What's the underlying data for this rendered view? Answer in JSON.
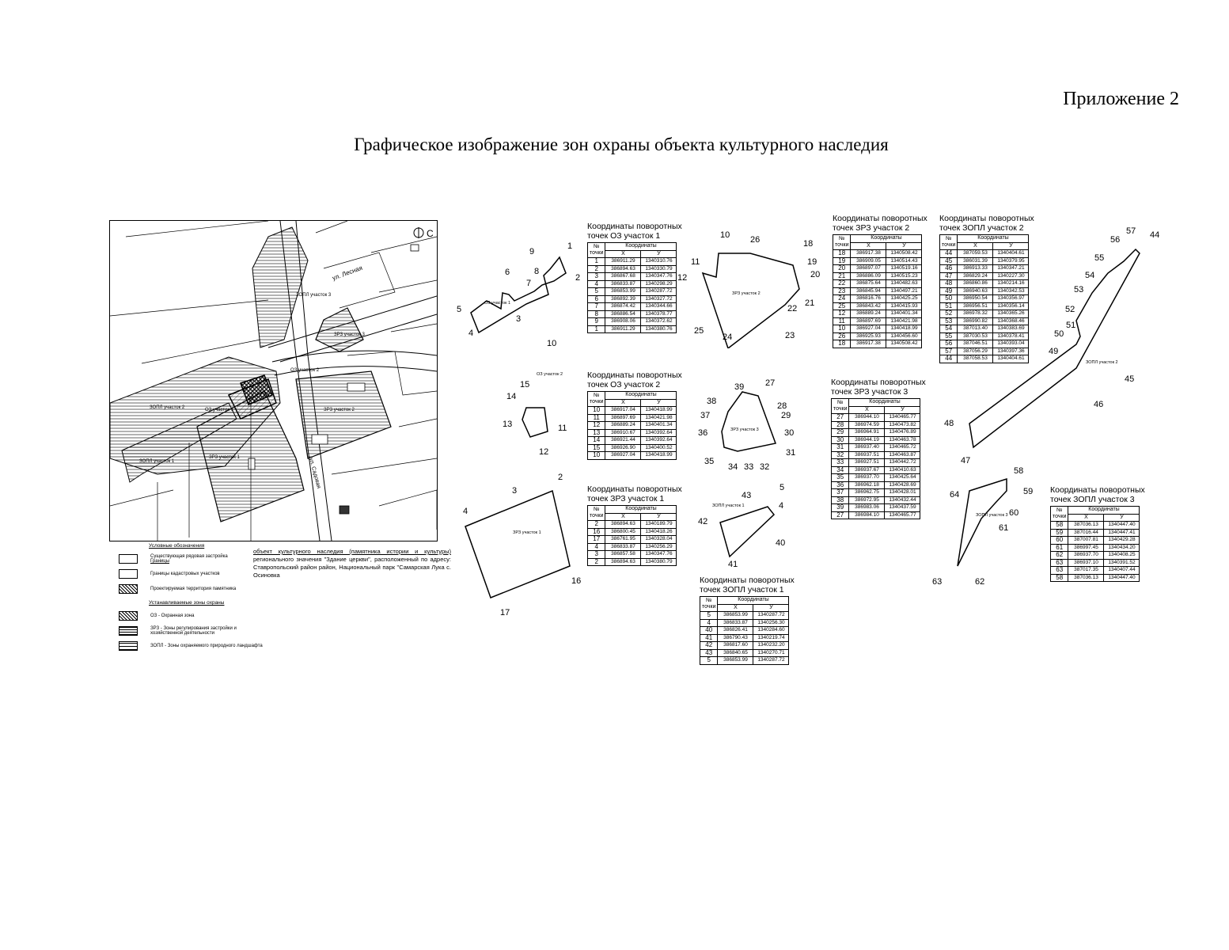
{
  "appendix": "Приложение 2",
  "title": "Графическое изображение зон охраны объекта культурного наследия",
  "map": {
    "street_top": "ул. Лесная",
    "street_side": "ул. Садовая",
    "north_label": "С",
    "zones": {
      "zopl2": "ЗОПЛ участок 2",
      "zopl3": "ЗОПЛ участок 3",
      "zopl1": "ЗОПЛ участок 1",
      "zrz3": "ЗРЗ участок 3",
      "oz2": "ОЗ участок 2",
      "oz1": "ОЗ участок 1",
      "zrz2": "ЗРЗ участок 2",
      "zrz1": "ЗРЗ участок 1"
    }
  },
  "object_note": {
    "line1": "объект культурного наследия (памятника истории и культуры)",
    "line2": "регионального значения \"Здание церкви\", расположенный по адресу: Ставропольский район район, Национальный парк \"Самарская Лука с. Осиновка"
  },
  "legend": {
    "title": "Условные обозначения",
    "items": [
      {
        "label": "Существующая рядовая застройка",
        "sub": "Границы"
      },
      {
        "label": "Границы кадастровых участков"
      },
      {
        "label": "Проектируемая территория памятника"
      }
    ],
    "zones_title": "Устанавливаемые зоны охраны",
    "zone_items": [
      {
        "label": "ОЗ - Охранная зона"
      },
      {
        "label": "ЗРЗ - Зоны регулирования застройки и хозяйственной деятельности"
      },
      {
        "label": "ЗОПЛ - Зоны охраняемого природного ландшафта"
      }
    ]
  },
  "table_headers": {
    "num": "№ точки",
    "coords": "Координаты",
    "x": "X",
    "y": "У"
  },
  "tables": [
    {
      "id": "oz1",
      "caption1": "Координаты поворотных",
      "caption2": "точек ОЗ участок 1",
      "rows": [
        [
          "1",
          "386911.29",
          "1340310.76"
        ],
        [
          "2",
          "386894.63",
          "1340330.79"
        ],
        [
          "3",
          "386867.68",
          "1340347.76"
        ],
        [
          "4",
          "386833.87",
          "1340298.29"
        ],
        [
          "5",
          "386853.99",
          "1340287.72"
        ],
        [
          "6",
          "386892.39",
          "1340327.72"
        ],
        [
          "7",
          "386874.42",
          "1340344.66"
        ],
        [
          "8",
          "386886.54",
          "1340378.77"
        ],
        [
          "9",
          "386908.06",
          "1340372.62"
        ],
        [
          "1",
          "386911.29",
          "1340380.76"
        ]
      ]
    },
    {
      "id": "oz2",
      "caption1": "Координаты поворотных",
      "caption2": "точек ОЗ участок 2",
      "rows": [
        [
          "10",
          "386917.04",
          "1340418.99"
        ],
        [
          "11",
          "386897.69",
          "1340421.98"
        ],
        [
          "12",
          "386889.24",
          "1340401.34"
        ],
        [
          "13",
          "386910.67",
          "1340392.64"
        ],
        [
          "14",
          "386921.44",
          "1340392.64"
        ],
        [
          "15",
          "386926.90",
          "1340400.52"
        ],
        [
          "10",
          "386927.04",
          "1340418.99"
        ]
      ]
    },
    {
      "id": "zrz1",
      "caption1": "Координаты поворотных",
      "caption2": "точек ЗРЗ участок 1",
      "rows": [
        [
          "2",
          "386894.63",
          "1340189.79"
        ],
        [
          "16",
          "386800.45",
          "1340418.26"
        ],
        [
          "17",
          "386761.95",
          "1340328.04"
        ],
        [
          "4",
          "386833.87",
          "1340256.29"
        ],
        [
          "3",
          "386857.58",
          "1340347.76"
        ],
        [
          "2",
          "386894.63",
          "1340380.79"
        ]
      ]
    },
    {
      "id": "zopl1",
      "caption1": "Координаты поворотных",
      "caption2": "точек ЗОПЛ участок 1",
      "rows": [
        [
          "5",
          "386853.99",
          "1340287.72"
        ],
        [
          "4",
          "386833.87",
          "1340256.30"
        ],
        [
          "40",
          "386826.41",
          "1340284.60"
        ],
        [
          "41",
          "386790.43",
          "1340219.74"
        ],
        [
          "42",
          "386817.60",
          "1340232.20"
        ],
        [
          "43",
          "386840.65",
          "1340270.71"
        ],
        [
          "5",
          "386853.99",
          "1340287.72"
        ]
      ]
    },
    {
      "id": "zrz2",
      "caption1": "Координаты поворотных",
      "caption2": "точек ЗРЗ участок 2",
      "rows": [
        [
          "18",
          "386917.38",
          "1340508.42"
        ],
        [
          "19",
          "386909.05",
          "1340514.43"
        ],
        [
          "20",
          "386897.07",
          "1340519.16"
        ],
        [
          "21",
          "386886.09",
          "1340515.23"
        ],
        [
          "22",
          "386875.64",
          "1340482.63"
        ],
        [
          "23",
          "386845.94",
          "1340497.21"
        ],
        [
          "24",
          "386816.76",
          "1340425.25"
        ],
        [
          "25",
          "386843.42",
          "1340415.93"
        ],
        [
          "12",
          "386889.24",
          "1340401.34"
        ],
        [
          "11",
          "386897.69",
          "1340421.98"
        ],
        [
          "10",
          "386927.04",
          "1340418.99"
        ],
        [
          "26",
          "386925.93",
          "1340456.60"
        ],
        [
          "18",
          "386917.38",
          "1340508.42"
        ]
      ]
    },
    {
      "id": "zrz3",
      "caption1": "Координаты поворотных",
      "caption2": "точек ЗРЗ участок 3",
      "rows": [
        [
          "27",
          "386944.10",
          "1340465.77"
        ],
        [
          "28",
          "386974.59",
          "1340473.82"
        ],
        [
          "29",
          "386964.91",
          "1340476.89"
        ],
        [
          "30",
          "386944.19",
          "1340463.78"
        ],
        [
          "31",
          "386937.40",
          "1340465.72"
        ],
        [
          "32",
          "386937.51",
          "1340463.87"
        ],
        [
          "33",
          "386927.51",
          "1340442.72"
        ],
        [
          "34",
          "386937.67",
          "1340410.63"
        ],
        [
          "35",
          "386937.70",
          "1340425.64"
        ],
        [
          "36",
          "386962.18",
          "1340428.69"
        ],
        [
          "37",
          "386962.75",
          "1340428.01"
        ],
        [
          "38",
          "386972.95",
          "1340432.44"
        ],
        [
          "39",
          "386983.06",
          "1340437.59"
        ],
        [
          "27",
          "386984.10",
          "1340465.77"
        ]
      ]
    },
    {
      "id": "zopl2",
      "caption1": "Координаты поворотных",
      "caption2": "точек ЗОПЛ участок 2",
      "rows": [
        [
          "44",
          "387059.53",
          "1340404.61"
        ],
        [
          "45",
          "386031.39",
          "1340379.95"
        ],
        [
          "46",
          "386913.33",
          "1340347.21"
        ],
        [
          "47",
          "386829.24",
          "1340227.30"
        ],
        [
          "48",
          "386860.86",
          "1340214.16"
        ],
        [
          "49",
          "386940.63",
          "1340342.53"
        ],
        [
          "50",
          "386950.54",
          "1340356.97"
        ],
        [
          "51",
          "386956.51",
          "1340356.14"
        ],
        [
          "52",
          "386978.32",
          "1340365.26"
        ],
        [
          "53",
          "386990.82",
          "1340368.46"
        ],
        [
          "54",
          "387013.40",
          "1340383.69"
        ],
        [
          "55",
          "387030.53",
          "1340378.41"
        ],
        [
          "56",
          "387046.51",
          "1340393.04"
        ],
        [
          "57",
          "387056.29",
          "1340397.36"
        ],
        [
          "44",
          "387058.53",
          "1340404.61"
        ]
      ]
    },
    {
      "id": "zopl3",
      "caption1": "Координаты поворотных",
      "caption2": "точек ЗОПЛ участок 3",
      "rows": [
        [
          "58",
          "387036.13",
          "1340447.40"
        ],
        [
          "59",
          "387016.44",
          "1340447.41"
        ],
        [
          "60",
          "387007.81",
          "1340429.28"
        ],
        [
          "61",
          "386997.45",
          "1340434.20"
        ],
        [
          "62",
          "386937.70",
          "1340408.25"
        ],
        [
          "63",
          "386937.10",
          "1340391.52"
        ],
        [
          "63",
          "387017.35",
          "1340407.44"
        ],
        [
          "58",
          "387036.13",
          "1340447.40"
        ]
      ]
    }
  ],
  "schemes": {
    "oz1": {
      "label": "ОЗ участок 1",
      "points": [
        "1",
        "2",
        "3",
        "4",
        "5",
        "6",
        "7",
        "8",
        "9"
      ]
    },
    "oz2": {
      "label": "ОЗ участок 2",
      "points": [
        "10",
        "11",
        "12",
        "13",
        "14",
        "15"
      ]
    },
    "zrz1": {
      "label": "ЗРЗ участок 1",
      "points": [
        "2",
        "3",
        "4",
        "16",
        "17"
      ]
    },
    "zopl1": {
      "label": "ЗОПЛ участок 1",
      "points": [
        "5",
        "4",
        "40",
        "41",
        "42",
        "43"
      ]
    },
    "zrz2": {
      "label": "ЗРЗ участок 2",
      "points": [
        "10",
        "26",
        "18",
        "19",
        "20",
        "21",
        "22",
        "23",
        "24",
        "25",
        "12",
        "11"
      ]
    },
    "zrz3": {
      "label": "ЗРЗ участок 3",
      "points": [
        "27",
        "28",
        "29",
        "30",
        "31",
        "32",
        "33",
        "34",
        "35",
        "36",
        "37",
        "38",
        "39"
      ]
    },
    "zopl2": {
      "label": "ЗОПЛ участок 2",
      "points": [
        "44",
        "45",
        "46",
        "47",
        "48",
        "49",
        "50",
        "51",
        "52",
        "53",
        "54",
        "55",
        "56",
        "57"
      ]
    },
    "zopl3": {
      "label": "ЗОПЛ участок 3",
      "points": [
        "58",
        "59",
        "60",
        "61",
        "62",
        "63",
        "64"
      ]
    }
  }
}
